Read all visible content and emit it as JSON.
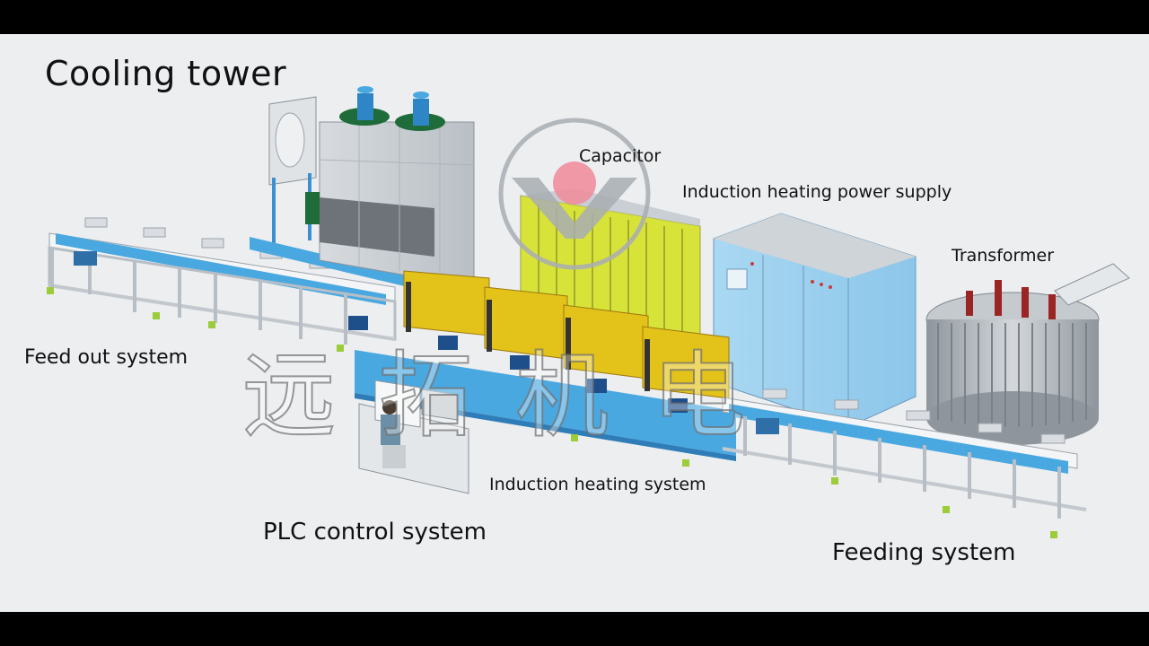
{
  "labels": {
    "cooling_tower": "Cooling tower",
    "capacitor": "Capacitor",
    "power_supply": "Induction heating power supply",
    "transformer": "Transformer",
    "feed_out": "Feed out system",
    "heating_system": "Induction heating system",
    "plc": "PLC control system",
    "feeding": "Feeding system"
  },
  "watermark": {
    "text": "远拓机电"
  },
  "colors": {
    "background": "#eceef0",
    "frame_blue": "#4aa8e0",
    "coil_yellow": "#e3c21a",
    "cabinet_grey": "#c9ced3",
    "capacitor_green": "#d8e33a",
    "logo_pink": "#f28a9a"
  }
}
